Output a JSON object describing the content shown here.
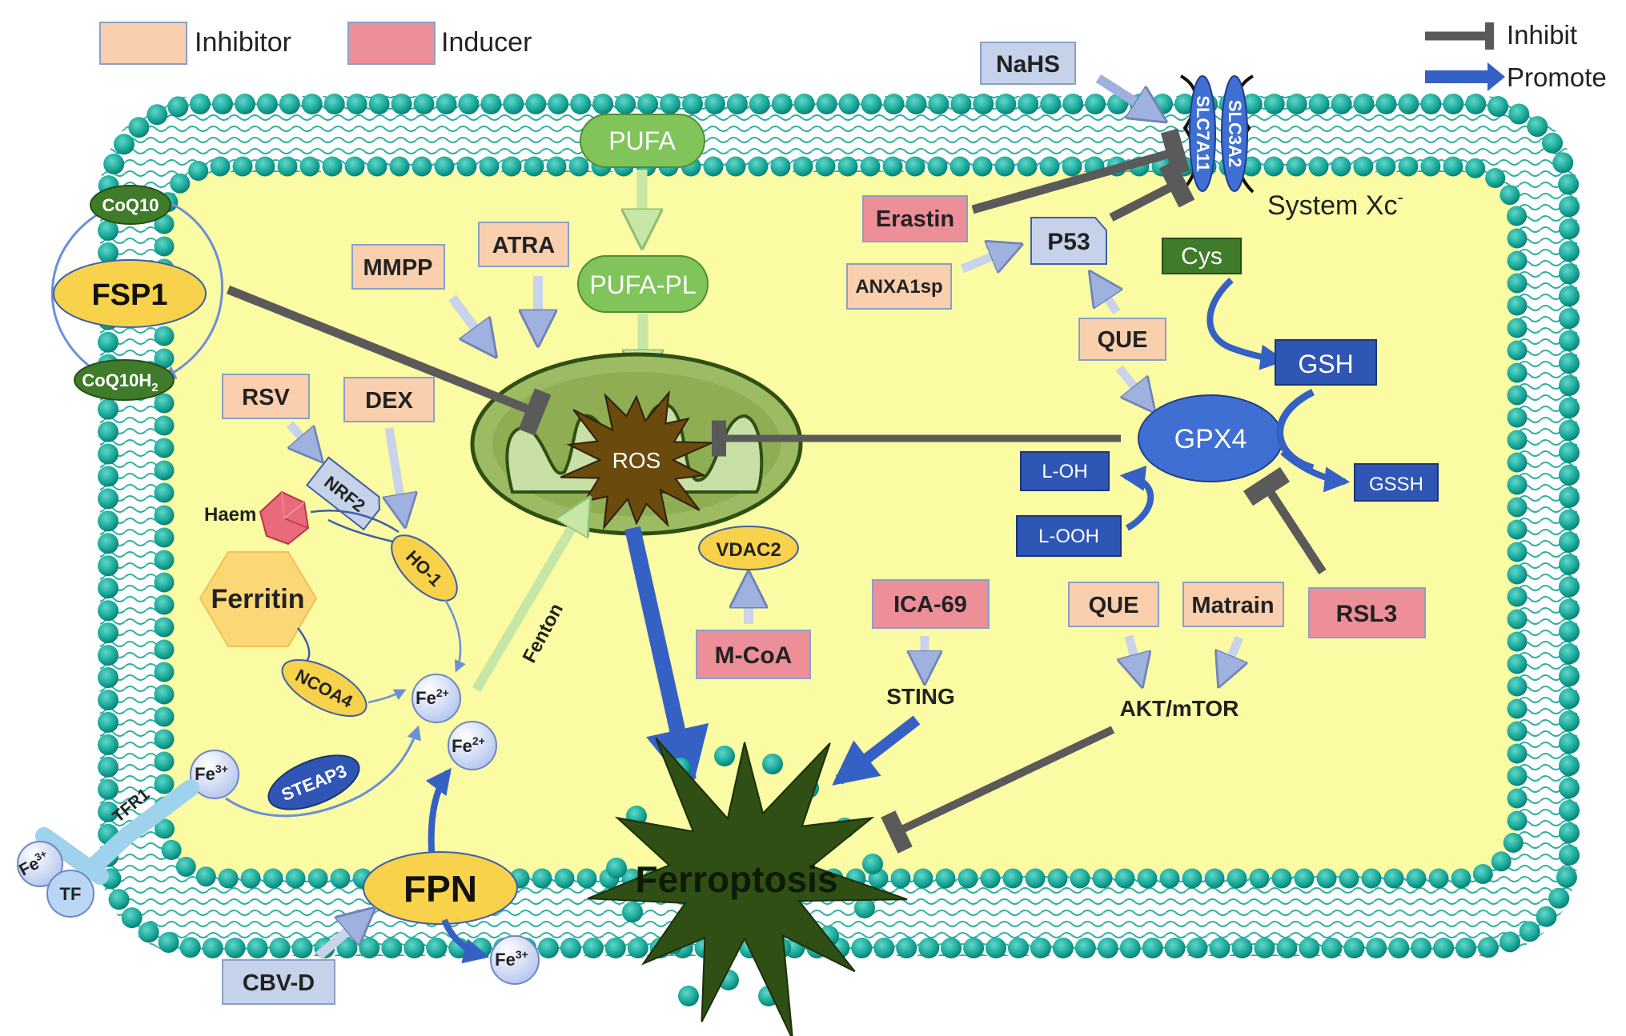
{
  "legend": {
    "inhibitor": "Inhibitor",
    "inducer": "Inducer",
    "inhibit": "Inhibit",
    "promote": "Promote"
  },
  "colors": {
    "inhibitor_box": "#f9cfae",
    "inducer_box": "#ec8f99",
    "membrane_box": "#c5d2ea",
    "cytoplasm": "#fbfba3",
    "bead": "#1aab9d",
    "mito": "#9dbb62",
    "green_node": "#80c45a",
    "enzyme_blue": "#2f56b4",
    "gpx4_blue": "#3f6fd2",
    "yellow_node": "#f7d24a",
    "inhibit_line": "#5a5a5a",
    "promote_arrow": "#9fb1de",
    "ferroptosis": "#2f4f15"
  },
  "nodes": {
    "nahs": "NaHS",
    "slc7a11": "SLC7A11",
    "slc3a2": "SLC3A2",
    "system_xc_main": "System Xc",
    "system_xc_sup": "-",
    "pufa": "PUFA",
    "pufa_pl": "PUFA-PL",
    "erastin": "Erastin",
    "anxa1sp": "ANXA1sp",
    "p53": "P53",
    "cys": "Cys",
    "gsh": "GSH",
    "gssh": "GSSH",
    "gpx4": "GPX4",
    "que_top": "QUE",
    "que_bottom": "QUE",
    "matrain": "Matrain",
    "rsl3": "RSL3",
    "akt_mtor": "AKT/mTOR",
    "ica69": "ICA-69",
    "sting": "STING",
    "l_oh": "L-OH",
    "l_ooh": "L-OOH",
    "mmpp": "MMPP",
    "atra": "ATRA",
    "ros": "ROS",
    "vdac2": "VDAC2",
    "m_coa": "M-CoA",
    "coq10": "CoQ10",
    "coq10h2_main": "CoQ10H",
    "coq10h2_sub": "2",
    "fsp1": "FSP1",
    "rsv": "RSV",
    "dex": "DEX",
    "nrf2": "NRF2",
    "haem": "Haem",
    "ho1": "HO-1",
    "ferritin": "Ferritin",
    "ncoa4": "NCOA4",
    "fe2_main": "Fe",
    "fe2_sup": "2+",
    "fe2b_main": "Fe",
    "fe2b_sup": "2+",
    "fe3_in_main": "Fe",
    "fe3_in_sup": "3+",
    "fe3_tf_main": "Fe",
    "fe3_tf_sup": "3+",
    "fe3_out_main": "Fe",
    "fe3_out_sup": "3+",
    "tf": "TF",
    "tfr1": "TFR1",
    "steap3": "STEAP3",
    "fenton": "Fenton",
    "fpn": "FPN",
    "cbv_d": "CBV-D",
    "ferroptosis": "Ferroptosis"
  }
}
